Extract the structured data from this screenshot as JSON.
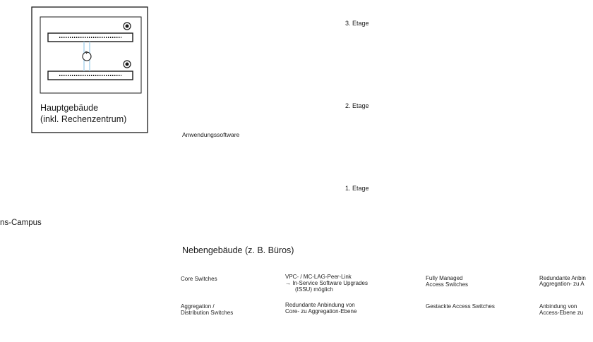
{
  "main_building": {
    "title_line1": "Hauptgebäude",
    "title_line2": "(inkl. Rechenzentrum)"
  },
  "side_building": {
    "title": "Nebengebäude (z. B. Büros)"
  },
  "software": {
    "label": "Anwendungssoftware"
  },
  "campus": {
    "label": "ns-Campus"
  },
  "floors": [
    {
      "label": "3. Etage"
    },
    {
      "label": "2. Etage"
    },
    {
      "label": "1. Etage"
    }
  ],
  "legend": {
    "core_switches": "Core Switches",
    "aggregation_line1": "Aggregation /",
    "aggregation_line2": "Distribution Switches",
    "vpc_line1": "VPC- / MC-LAG-Peer-Link",
    "vpc_line2": "→ In-Service Software Upgrades",
    "vpc_line3": "(ISSU) möglich",
    "redundant_core_line1": "Redundante Anbindung von",
    "redundant_core_line2": "Core- zu Aggregation-Ebene",
    "fully_managed_line1": "Fully Managed",
    "fully_managed_line2": "Access Switches",
    "stacked": "Gestackte Access Switches",
    "redundant_anbin_line1": "Redundante Anbin",
    "redundant_anbin_line2": "Aggregation- zu A",
    "anbindung_line1": "Anbindung von",
    "anbindung_line2": "Access-Ebene zu"
  },
  "colors": {
    "green": "#8ccf3f",
    "blue": "#3b5fc8",
    "light_blue": "#a9d3ec",
    "gray_line": "#9a9a9a",
    "frame": "#1a1a1a"
  },
  "icons": [
    "core-switch-icon",
    "aggregation-switch-icon",
    "peer-link-icon",
    "fully-managed-icon",
    "stacked-icon",
    "access-point-icon",
    "phone-icon",
    "laptop-icon",
    "wifi-icon",
    "server-icon",
    "building-icon",
    "search-icon",
    "tree-icon",
    "truck-icon"
  ]
}
